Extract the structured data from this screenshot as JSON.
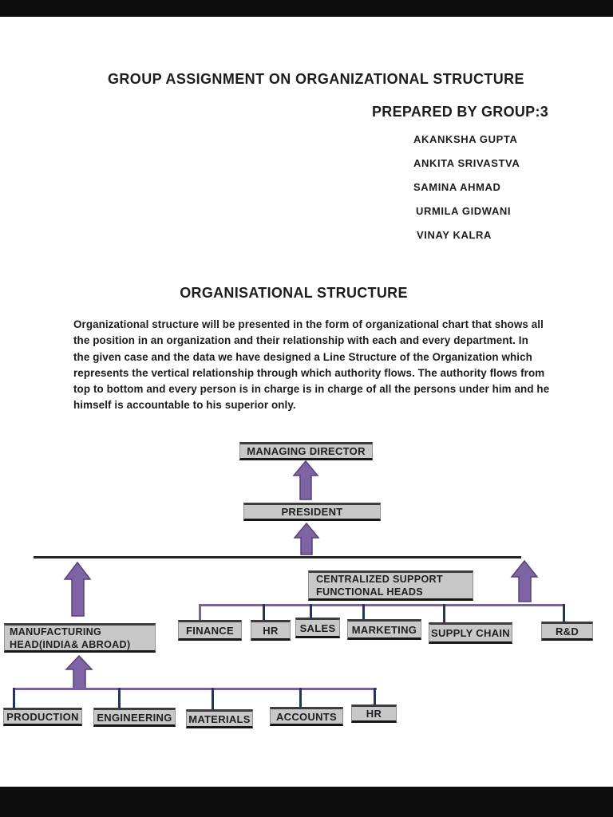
{
  "doc": {
    "title": "GROUP ASSIGNMENT ON ORGANIZATIONAL STRUCTURE",
    "prepared_by": "PREPARED BY GROUP:3",
    "members": [
      "AKANKSHA GUPTA",
      "ANKITA  SRIVASTVA",
      "SAMINA AHMAD",
      "URMILA GIDWANI",
      "VINAY KALRA"
    ],
    "section_heading": "ORGANISATIONAL STRUCTURE",
    "paragraph_lines": [
      "Organizational structure will be presented in the form of organizational chart that shows all",
      "the position in an organization and their relationship with each and every department. In",
      "the given case and the data we have designed a Line Structure of the Organization which",
      "represents the vertical relationship through which authority flows. The authority flows from",
      "top to bottom and every person is in charge is in charge of all the persons under him and he",
      "himself is accountable to his superior only."
    ]
  },
  "chart": {
    "type": "org-line-structure-diagram",
    "nodes": {
      "managing_director": "MANAGING DIRECTOR",
      "president": "PRESIDENT",
      "centralized_line1": "CENTRALIZED SUPPORT",
      "centralized_line2": "FUNCTIONAL HEADS",
      "manufacturing_line1": "MANUFACTURING",
      "manufacturing_line2": "HEAD(INDIA& ABROAD)"
    },
    "support_departments": [
      "FINANCE",
      "HR",
      "SALES",
      "MARKETING",
      "SUPPLY CHAIN",
      "R&D"
    ],
    "manufacturing_departments": [
      "PRODUCTION",
      "ENGINEERING",
      "MATERIALS",
      "ACCOUNTS",
      "HR"
    ],
    "colors": {
      "arrow_purple": "#7e63a5",
      "connector_purple": "#7b5fa0",
      "connector_dark_navy": "#24365a",
      "box_fill_gray": "#c8c8c8",
      "rule_dark": "#262626",
      "viewer_bar_black": "#0d0d0d"
    }
  }
}
